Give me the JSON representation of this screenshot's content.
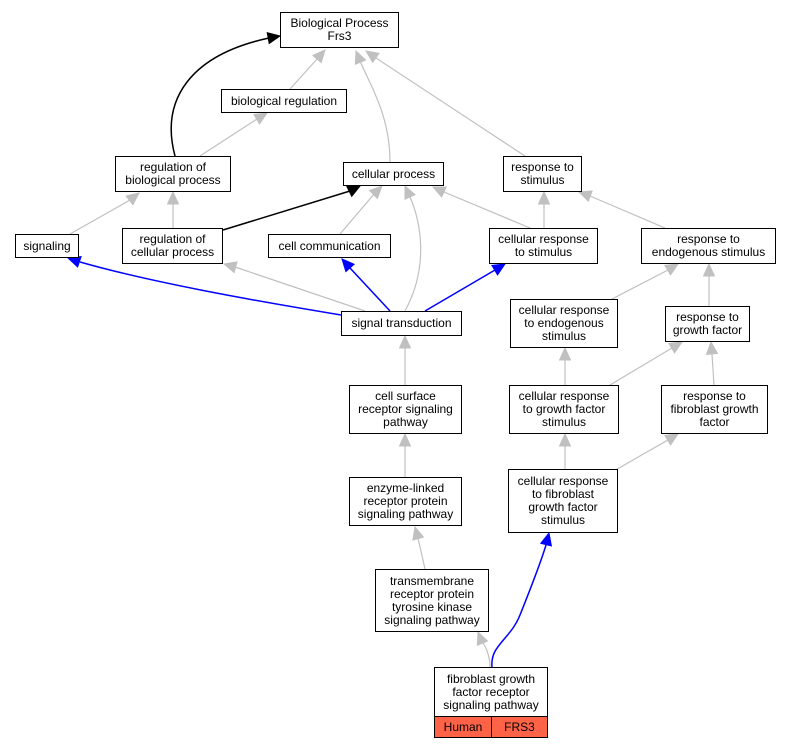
{
  "nodes": {
    "bp": "Biological Process\nFrs3",
    "bioreg": "biological regulation",
    "regbio": "regulation of\nbiological process",
    "cellproc": "cellular process",
    "resp": "response to\nstimulus",
    "signaling": "signaling",
    "regcell": "regulation of\ncellular process",
    "cellcomm": "cell communication",
    "cellresp": "cellular response\nto stimulus",
    "respendo": "response to\nendogenous stimulus",
    "sigtrans": "signal transduction",
    "cellrespendo": "cellular response\nto endogenous\nstimulus",
    "respgf": "response to\ngrowth factor",
    "cellsurf": "cell surface\nreceptor signaling\npathway",
    "cellrespgf": "cellular response\nto growth factor\nstimulus",
    "respfgf": "response to\nfibroblast growth\nfactor",
    "enzyme": "enzyme-linked\nreceptor protein\nsignaling pathway",
    "cellrespfgf": "cellular response\nto fibroblast\ngrowth factor\nstimulus",
    "rtk": "transmembrane\nreceptor protein\ntyrosine kinase\nsignaling pathway",
    "fgfr": "fibroblast growth\nfactor receptor\nsignaling pathway"
  },
  "annotation": {
    "species": "Human",
    "gene": "FRS3"
  },
  "colors": {
    "edge_default": "#c0c0c0",
    "edge_regulates": "#000000",
    "edge_annotation": "#0000ff",
    "annotation_fill": "#ff6347"
  }
}
